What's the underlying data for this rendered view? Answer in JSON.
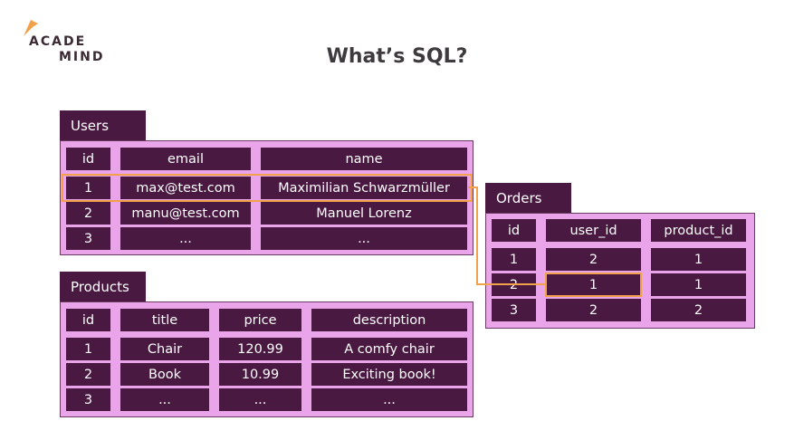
{
  "logo": {
    "line1": "ACADE",
    "line2": "MIND"
  },
  "title": "What’s SQL?",
  "users": {
    "label": "Users",
    "headers": [
      "id",
      "email",
      "name"
    ],
    "rows": [
      [
        "1",
        "max@test.com",
        "Maximilian Schwarzmüller"
      ],
      [
        "2",
        "manu@test.com",
        "Manuel Lorenz"
      ],
      [
        "3",
        "...",
        "..."
      ]
    ]
  },
  "orders": {
    "label": "Orders",
    "headers": [
      "id",
      "user_id",
      "product_id"
    ],
    "rows": [
      [
        "1",
        "2",
        "1"
      ],
      [
        "2",
        "1",
        "1"
      ],
      [
        "3",
        "2",
        "2"
      ]
    ]
  },
  "products": {
    "label": "Products",
    "headers": [
      "id",
      "title",
      "price",
      "description"
    ],
    "rows": [
      [
        "1",
        "Chair",
        "120.99",
        "A comfy chair"
      ],
      [
        "2",
        "Book",
        "10.99",
        "Exciting book!"
      ],
      [
        "3",
        "...",
        "...",
        "..."
      ]
    ]
  },
  "colors": {
    "cell": "#4a1942",
    "table_bg": "#e9a4ea",
    "highlight": "#f0a14a"
  }
}
